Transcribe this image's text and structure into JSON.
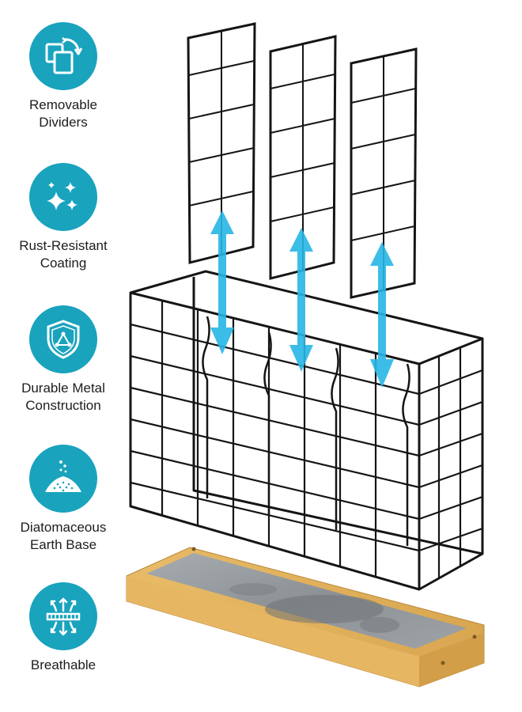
{
  "features": [
    {
      "icon": "removable-dividers-icon",
      "label": "Removable\nDividers"
    },
    {
      "icon": "sparkle-icon",
      "label": "Rust-Resistant\nCoating"
    },
    {
      "icon": "shield-icon",
      "label": "Durable Metal\nConstruction"
    },
    {
      "icon": "powder-pile-icon",
      "label": "Diatomaceous\nEarth Base"
    },
    {
      "icon": "airflow-icon",
      "label": "Breathable"
    }
  ],
  "colors": {
    "accent": "#19a3bd",
    "arrow": "#27b6e6",
    "wire": "#151515",
    "bamboo": "#e2b25e",
    "stone": "#8e9397"
  }
}
